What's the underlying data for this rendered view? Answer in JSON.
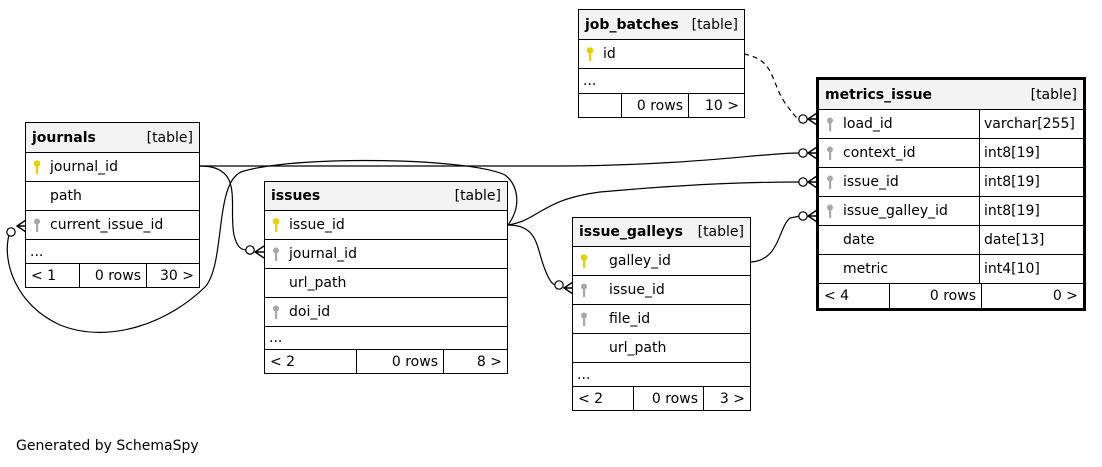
{
  "tables": {
    "job_batches": {
      "name": "job_batches",
      "kind": "[table]",
      "cols": [
        {
          "name": "id",
          "key": "primary"
        }
      ],
      "more": "...",
      "footer": {
        "prev": "",
        "rows": "0 rows",
        "next": "10 >"
      }
    },
    "metrics_issue": {
      "name": "metrics_issue",
      "kind": "[table]",
      "cols": [
        {
          "name": "load_id",
          "key": "foreign",
          "type": "varchar[255]"
        },
        {
          "name": "context_id",
          "key": "foreign",
          "type": "int8[19]"
        },
        {
          "name": "issue_id",
          "key": "foreign",
          "type": "int8[19]"
        },
        {
          "name": "issue_galley_id",
          "key": "foreign",
          "type": "int8[19]"
        },
        {
          "name": "date",
          "key": "none",
          "type": "date[13]"
        },
        {
          "name": "metric",
          "key": "none",
          "type": "int4[10]"
        }
      ],
      "footer": {
        "prev": "< 4",
        "rows": "0 rows",
        "next": "0 >"
      }
    },
    "journals": {
      "name": "journals",
      "kind": "[table]",
      "cols": [
        {
          "name": "journal_id",
          "key": "primary"
        },
        {
          "name": "path",
          "key": "none"
        },
        {
          "name": "current_issue_id",
          "key": "foreign"
        }
      ],
      "more": "...",
      "footer": {
        "prev": "< 1",
        "rows": "0 rows",
        "next": "30 >"
      }
    },
    "issues": {
      "name": "issues",
      "kind": "[table]",
      "cols": [
        {
          "name": "issue_id",
          "key": "primary"
        },
        {
          "name": "journal_id",
          "key": "foreign"
        },
        {
          "name": "url_path",
          "key": "none"
        },
        {
          "name": "doi_id",
          "key": "foreign"
        }
      ],
      "more": "...",
      "footer": {
        "prev": "< 2",
        "rows": "0 rows",
        "next": "8 >"
      }
    },
    "issue_galleys": {
      "name": "issue_galleys",
      "kind": "[table]",
      "cols": [
        {
          "name": "galley_id",
          "key": "primary"
        },
        {
          "name": "issue_id",
          "key": "foreign"
        },
        {
          "name": "file_id",
          "key": "foreign"
        },
        {
          "name": "url_path",
          "key": "none"
        }
      ],
      "more": "...",
      "footer": {
        "prev": "< 2",
        "rows": "0 rows",
        "next": "3 >"
      }
    }
  },
  "caption": "Generated by SchemaSpy",
  "colors": {
    "primary_key": "#e6d200",
    "foreign_key": "#a8a8a8",
    "header_bg": "#f3f3f3"
  }
}
